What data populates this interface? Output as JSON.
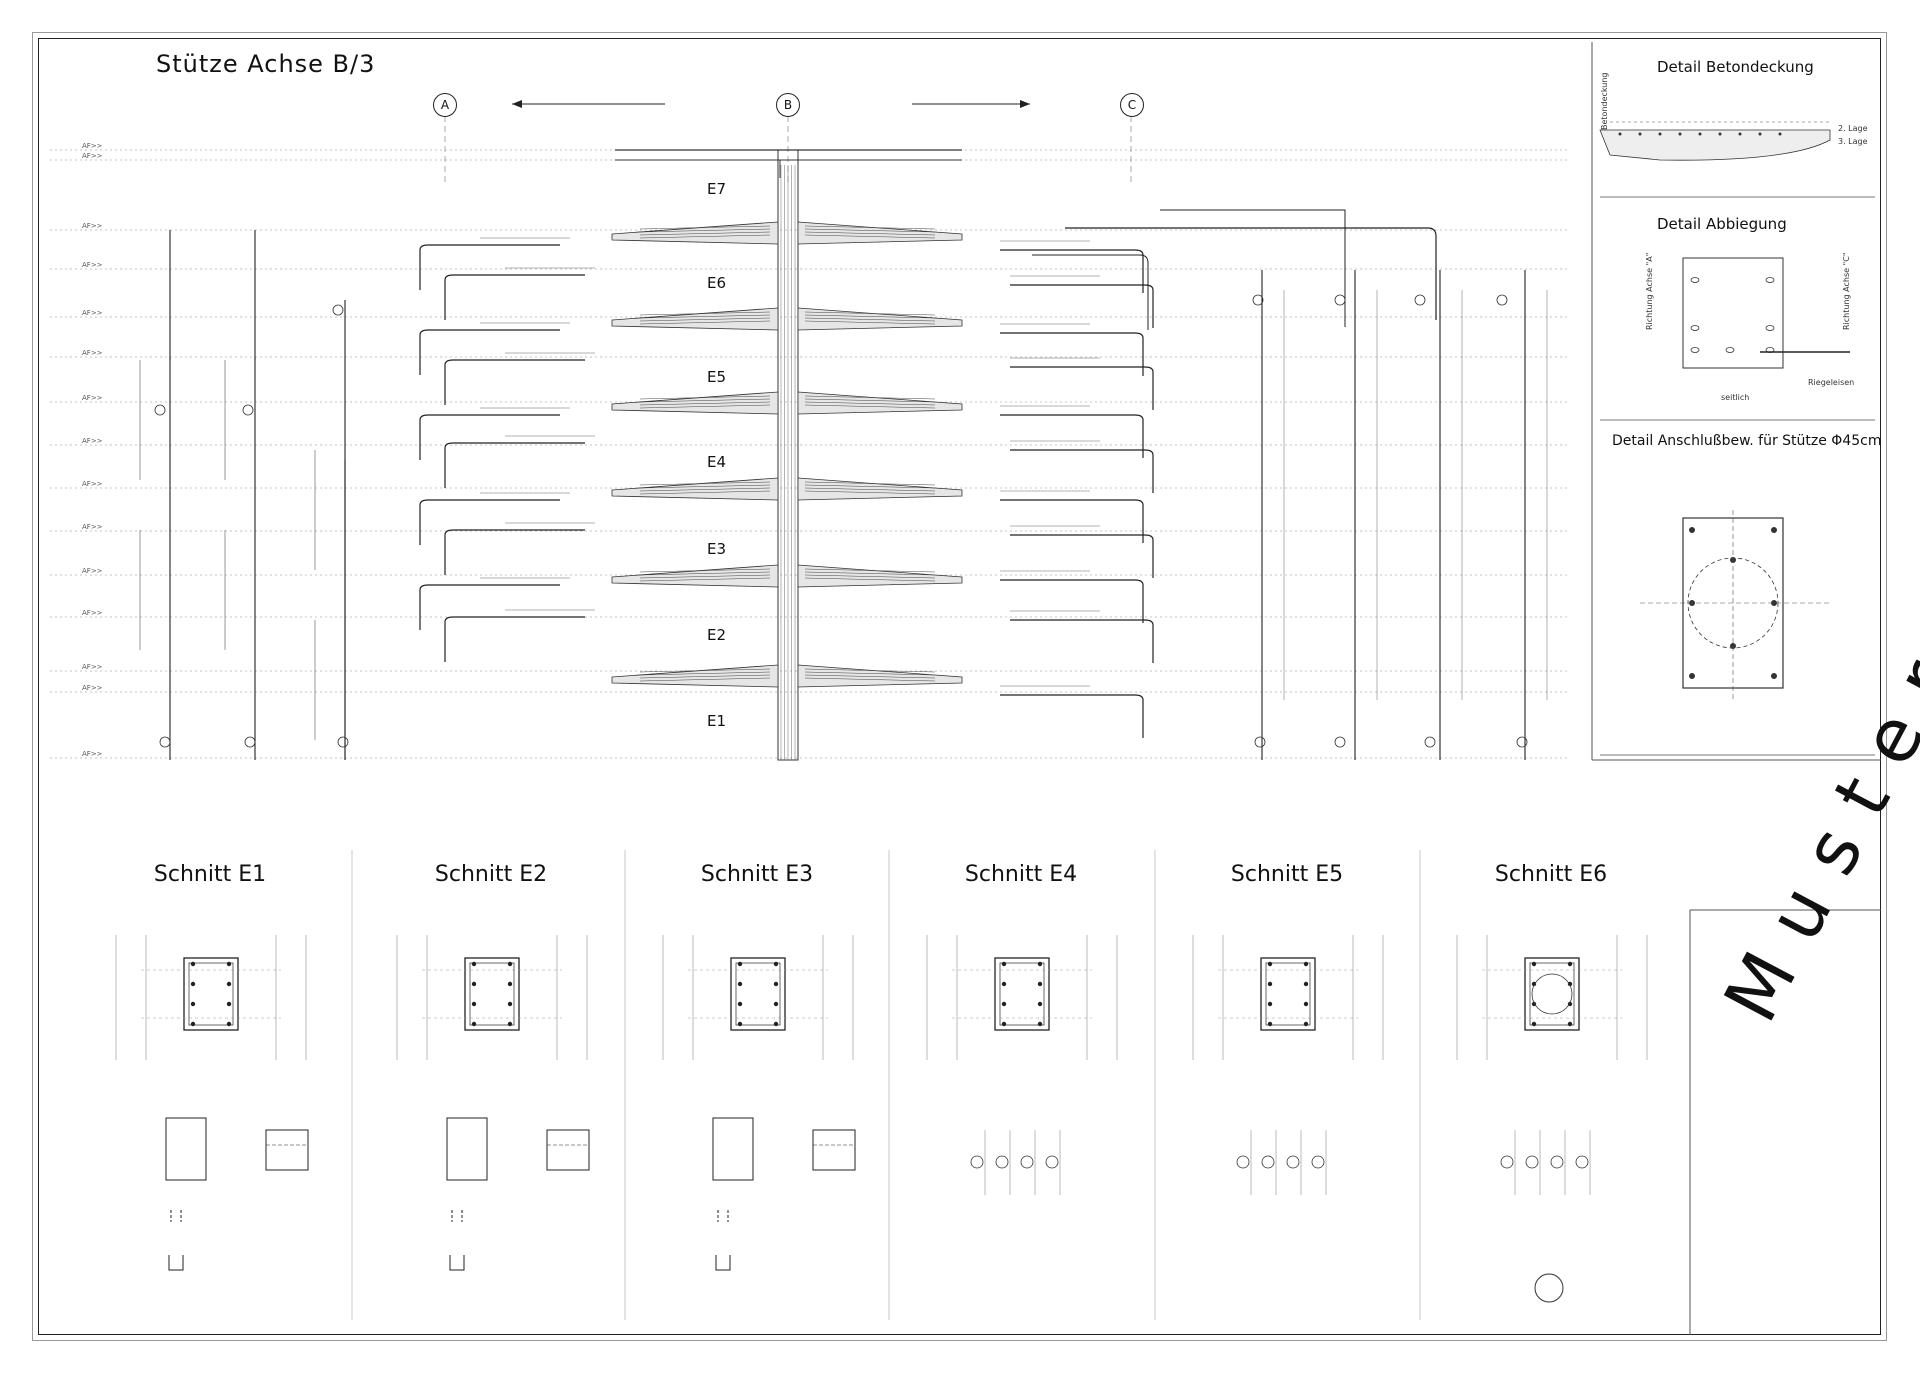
{
  "drawing": {
    "title": "Stütze Achse B/3",
    "axes": [
      "A",
      "B",
      "C"
    ],
    "floors": [
      "E7",
      "E6",
      "E5",
      "E4",
      "E3",
      "E2",
      "E1"
    ],
    "level_marker": "AF>>"
  },
  "details": {
    "concrete_cover": "Detail Betondeckung",
    "bending": "Detail Abbiegung",
    "connection": "Detail Anschlußbew. für Stütze Φ45cm",
    "bending_labels": {
      "left": "Richtung Achse \"A\"",
      "right": "Richtung Achse \"C\"",
      "bottom": "seitlich",
      "bar": "Riegeleisen"
    },
    "cover_labels": {
      "side": "Betondeckung",
      "layer2": "2. Lage",
      "layer3": "3. Lage"
    }
  },
  "sections": [
    {
      "title": "Schnitt E1"
    },
    {
      "title": "Schnitt E2"
    },
    {
      "title": "Schnitt E3"
    },
    {
      "title": "Schnitt E4"
    },
    {
      "title": "Schnitt E5"
    },
    {
      "title": "Schnitt E6"
    }
  ],
  "stamp": {
    "text": "Muster"
  }
}
